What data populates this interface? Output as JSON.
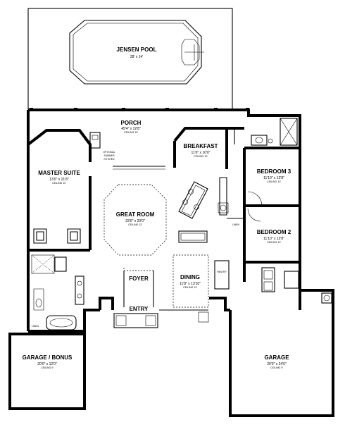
{
  "pool": {
    "name": "JENSEN POOL",
    "dims": "28' x 14'"
  },
  "porch": {
    "name": "PORCH",
    "dims": "45'4\" x 12'8\"",
    "ceiling": "CEILING 10'"
  },
  "summer_kitchen": {
    "line1": "OPTIONAL",
    "line2": "SUMMER",
    "line3": "KITCHEN"
  },
  "breakfast": {
    "name": "BREAKFAST",
    "dims": "11'6\" x 10'0\"",
    "ceiling": "CEILING 10'"
  },
  "master": {
    "name": "MASTER SUITE",
    "dims": "13'0\" x 21'8\"",
    "ceiling": "CEILING 10'"
  },
  "great_room": {
    "name": "GREAT ROOM",
    "dims": "23'0\" x 20'0\"",
    "ceiling": "CEILING 12'"
  },
  "bedroom3": {
    "name": "BEDROOM 3",
    "dims": "11'10\" x 12'8\"",
    "ceiling": "CEILING 10'"
  },
  "bedroom2": {
    "name": "BEDROOM 2",
    "dims": "11'10\" x 12'8\"",
    "ceiling": "CEILING 10'"
  },
  "foyer": {
    "name": "FOYER"
  },
  "dining": {
    "name": "DINING",
    "dims": "11'8\" x 13'10\"",
    "ceiling": "CEILING 12'"
  },
  "entry": {
    "name": "ENTRY"
  },
  "garage_bonus": {
    "name": "GARAGE / BONUS",
    "dims": "20'0\" x 12'0\"",
    "ceiling": "CEILING 9'"
  },
  "garage": {
    "name": "GARAGE",
    "dims": "20'0\" x 24'6\"",
    "ceiling": "CEILING 9'"
  },
  "small_labels": {
    "linen_left": "LINEN",
    "linen_right": "LINEN",
    "pantry": "PANTRY"
  }
}
